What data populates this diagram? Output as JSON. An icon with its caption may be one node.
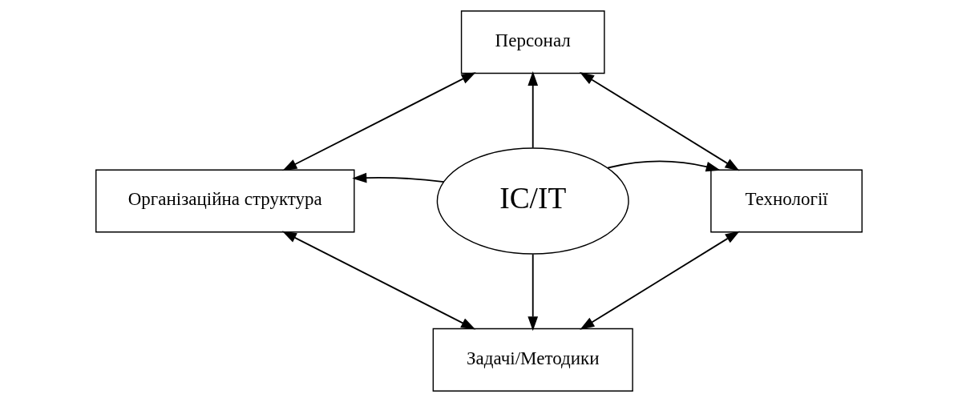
{
  "diagram": {
    "nodes": [
      {
        "text": [
          "Персонал"
        ]
      },
      {
        "text": [
          "Організаційна структура"
        ]
      },
      {
        "text": [
          "IC/IT"
        ]
      },
      {
        "text": [
          "Технології"
        ]
      },
      {
        "text": [
          "Задачі/Методики"
        ]
      }
    ],
    "edges": [
      {
        "from": 2,
        "to": 0,
        "arrow": "to"
      },
      {
        "from": 2,
        "to": 1,
        "arrow": "to"
      },
      {
        "from": 2,
        "to": 3,
        "arrow": "to"
      },
      {
        "from": 2,
        "to": 4,
        "arrow": "to"
      },
      {
        "from": 0,
        "to": 1,
        "arrow": "both"
      },
      {
        "from": 0,
        "to": 3,
        "arrow": "both"
      },
      {
        "from": 1,
        "to": 4,
        "arrow": "both"
      },
      {
        "from": 3,
        "to": 4,
        "arrow": "both"
      }
    ]
  }
}
